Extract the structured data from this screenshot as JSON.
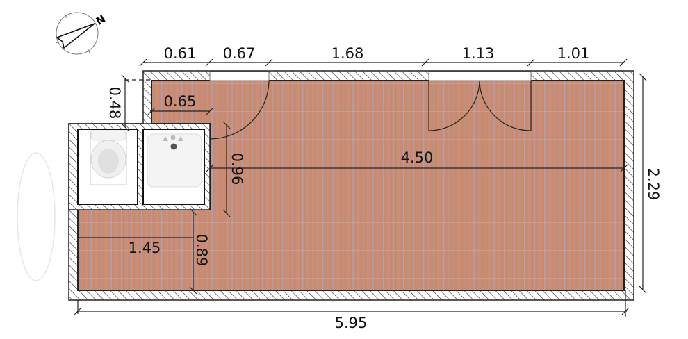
{
  "compass": {
    "label": "N",
    "icon": "compass-north-icon"
  },
  "colors": {
    "floor": "#c98a70",
    "floor_stripe": "#a9a3c0",
    "wall": "#222222",
    "fixture": "#f4f4f4"
  },
  "dimensions": {
    "top": [
      "0.61",
      "0.67",
      "1.68",
      "1.13",
      "1.01"
    ],
    "wall_left_height": "0.48",
    "sink_room_width": "0.65",
    "sink_room_height": "0.96",
    "main_room_width": "4.50",
    "overall_height": "2.29",
    "lower_left_width": "1.45",
    "lower_left_height": "0.89",
    "overall_width": "5.95"
  }
}
